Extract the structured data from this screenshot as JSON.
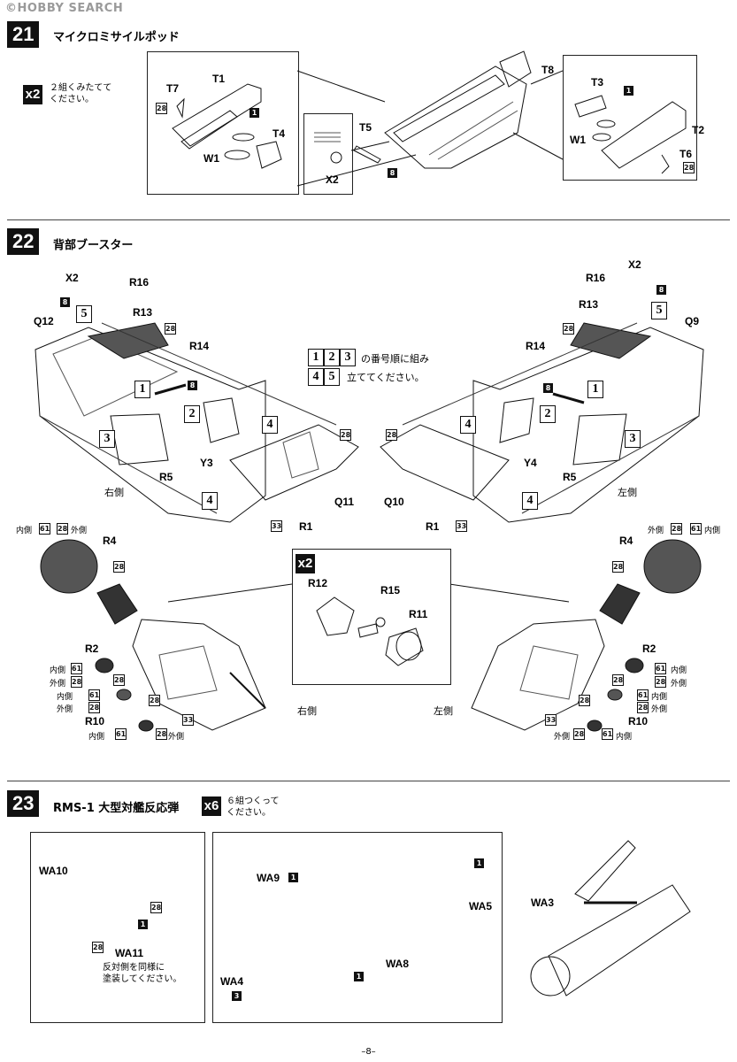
{
  "watermark": "©HOBBY SEARCH",
  "page_number": "–8–",
  "step21": {
    "number": "21",
    "title": "マイクロミサイルポッド",
    "multiplier": "x2",
    "note_l1": "２組くみたてて",
    "note_l2": "ください。",
    "left_labels": [
      "T7",
      "T1",
      "T4",
      "W1"
    ],
    "middle_labels": [
      "T5",
      "X2"
    ],
    "top_label": "T8",
    "right_labels": [
      "T3",
      "W1",
      "T2",
      "T6"
    ],
    "color_tags": [
      "28",
      "1",
      "8",
      "1",
      "28"
    ]
  },
  "step22": {
    "number": "22",
    "title": "背部ブースター",
    "instruction_l1": "の番号順に組み",
    "instruction_l2": "立ててください。",
    "order_boxes": [
      "1",
      "2",
      "3",
      "4",
      "5"
    ],
    "left_labels": [
      "X2",
      "R16",
      "R13",
      "Q12",
      "R14",
      "Y3",
      "R5",
      "Q11",
      "R1"
    ],
    "right_labels": [
      "X2",
      "R16",
      "R13",
      "Q9",
      "R14",
      "Y4",
      "R5",
      "Q10",
      "R1"
    ],
    "right_side": "右側",
    "left_side": "左側",
    "inner": "内側",
    "outer": "外側",
    "mult_sub": "x2",
    "sub_labels": [
      "R12",
      "R15",
      "R11"
    ],
    "lower_labels": [
      "R4",
      "R2",
      "R10"
    ],
    "tags": [
      "61",
      "28",
      "33",
      "8"
    ]
  },
  "step23": {
    "number": "23",
    "title": "RMS-1 大型対艦反応弾",
    "multiplier": "x6",
    "note_l1": "６組つくって",
    "note_l2": "ください。",
    "box1_labels": [
      "WA10",
      "WA11"
    ],
    "box1_note_l1": "反対側を同様に",
    "box1_note_l2": "塗装してください。",
    "box2_labels": [
      "WA9",
      "WA5",
      "WA8",
      "WA4"
    ],
    "box3_label": "WA3",
    "tags": [
      "28",
      "1",
      "3"
    ]
  }
}
